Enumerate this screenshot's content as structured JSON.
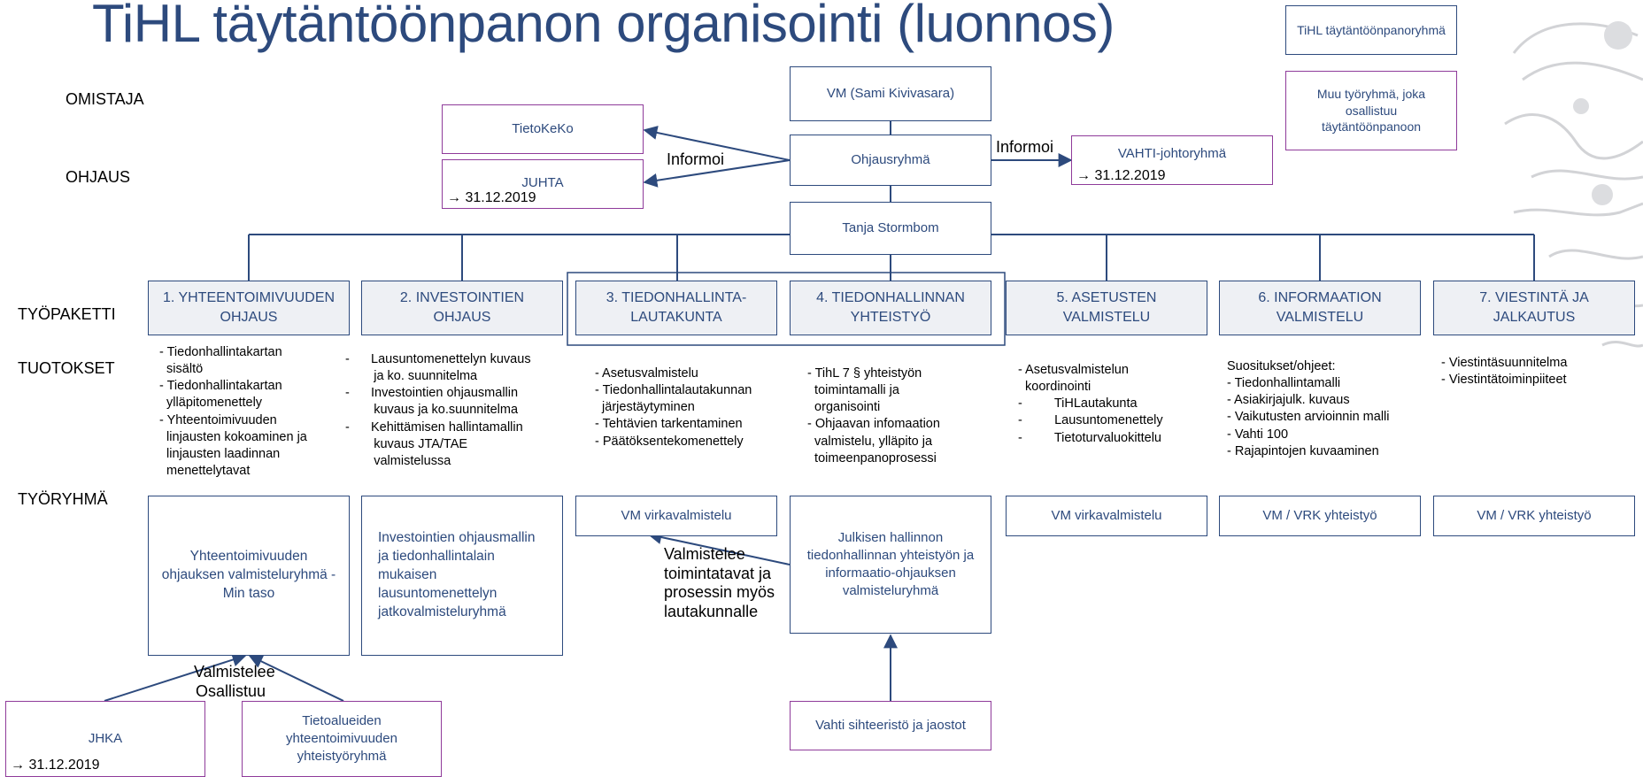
{
  "title": "TiHL täytäntöönpanon organisointi (luonnos)",
  "legend": {
    "group": "TiHL täytäntöönpanoryhmä",
    "other": "Muu työryhmä, joka osallistuu täytäntöönpanoon"
  },
  "rows": {
    "owner": "OMISTAJA",
    "steering": "OHJAUS",
    "workpackage": "TYÖPAKETTI",
    "outputs": "TUOTOKSET",
    "workgroup": "TYÖRYHMÄ"
  },
  "top": {
    "vm": "VM (Sami Kivivasara)",
    "steering_group": "Ohjausryhmä",
    "lead": "Tanja Stormbom",
    "tietokeko": "TietoKeKo",
    "juhta": "JUHTA",
    "juhta_deadline": "→ 31.12.2019",
    "vahti": "VAHTI-johtoryhmä",
    "vahti_deadline": "→ 31.12.2019",
    "informoi_left": "Informoi",
    "informoi_right": "Informoi"
  },
  "workpackages": [
    {
      "label": "1. YHTEENTOIMIVUUDEN OHJAUS"
    },
    {
      "label": "2. INVESTOINTIEN OHJAUS"
    },
    {
      "label": "3. TIEDONHALLINTA-LAUTAKUNTA"
    },
    {
      "label": "4. TIEDONHALLINNAN YHTEISTYÖ"
    },
    {
      "label": "5. ASETUSTEN VALMISTELU"
    },
    {
      "label": "6. INFORMAATION VALMISTELU"
    },
    {
      "label": "7. VIESTINTÄ JA JALKAUTUS"
    }
  ],
  "outputs": [
    "- Tiedonhallintakartan\n  sisältö\n- Tiedonhallintakartan\n  ylläpitomenettely\n- Yhteentoimivuuden\n  linjausten kokoaminen ja\n  linjausten laadinnan\n  menettelytavat",
    "-      Lausuntomenettelyn kuvaus\n        ja ko. suunnitelma\n-      Investointien ohjausmallin\n        kuvaus ja ko.suunnitelma\n-      Kehittämisen hallintamallin\n        kuvaus JTA/TAE\n        valmistelussa",
    "- Asetusvalmistelu\n- Tiedonhallintalautakunnan\n  järjestäytyminen\n- Tehtävien tarkentaminen\n- Päätöksentekomenettely",
    "- TihL 7 § yhteistyön\n  toimintamalli ja\n  organisointi\n- Ohjaavan infomaation\n  valmistelu, ylläpito ja\n  toimeenpanoprosessi",
    "- Asetusvalmistelun\n  koordinointi\n-         TiHLautakunta\n-         Lausuntomenettely\n-         Tietoturvaluokittelu",
    "Suositukset/ohjeet:\n- Tiedonhallintamalli\n- Asiakirjajulk. kuvaus\n- Vaikutusten arvioinnin malli\n- Vahti 100\n- Rajapintojen kuvaaminen",
    "- Viestintäsuunnitelma\n- Viestintätoiminpiiteet"
  ],
  "workgroups": {
    "wg1": "Yhteentoimivuuden ohjauksen valmisteluryhmä - Min taso",
    "wg2": "Investointien ohjausmallin ja tiedonhallintalain mukaisen lausuntomenettelyn jatkovalmisteluryhmä",
    "wg3": "VM virkavalmistelu",
    "wg4": "Julkisen hallinnon tiedonhallinnan yhteistyön ja informaatio-ohjauksen valmisteluryhmä",
    "wg5": "VM virkavalmistelu",
    "wg6": "VM / VRK yhteistyö",
    "wg7": "VM / VRK yhteistyö",
    "jhka": "JHKA",
    "jhka_deadline": "→ 31.12.2019",
    "tietoalueet": "Tietoalueiden yhteentoimivuuden yhteistyöryhmä",
    "vahti_sub": "Vahti sihteeristö ja jaostot",
    "valmistelee_text": "Valmistelee\ntoimintatavat ja\nprosessin myös\nlautakunnalle",
    "valmistelee": "Valmistelee",
    "osallistuu": "Osallistuu"
  },
  "colors": {
    "navy": "#2d4a7d",
    "purple": "#8f3b9a",
    "workpackage_fill": "#eef0f4"
  },
  "icons": {
    "emblem": "lion-emblem-icon"
  }
}
